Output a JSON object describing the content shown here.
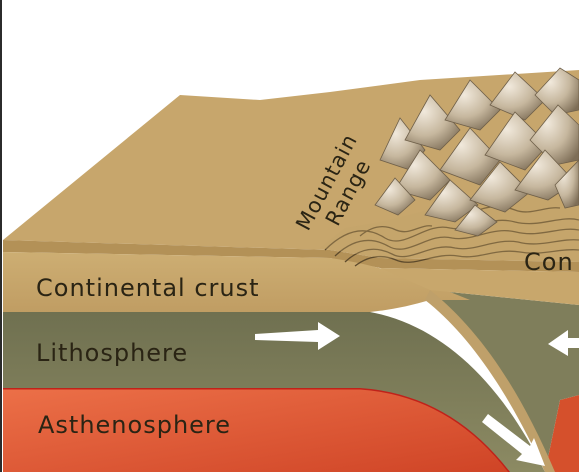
{
  "labels": {
    "mountain_line1": "Mountain",
    "mountain_line2": "Range",
    "continental_crust": "Continental crust",
    "continental_crust_right": "Con",
    "lithosphere": "Lithosphere",
    "asthenosphere": "Asthenosphere"
  },
  "colors": {
    "crust": "#c9a870",
    "crust_top": "#b8975f",
    "lithosphere": "#7f7e5b",
    "asthenosphere": "#e4623b",
    "asthenosphere_dark": "#c9381f",
    "mountain_light": "#e2d6c4",
    "mountain_dark": "#8a7a62",
    "arrow": "#ffffff"
  },
  "icons": [
    "arrow-right-icon",
    "arrow-left-icon",
    "arrow-down-right-icon",
    "mountain-peaks-icon"
  ]
}
